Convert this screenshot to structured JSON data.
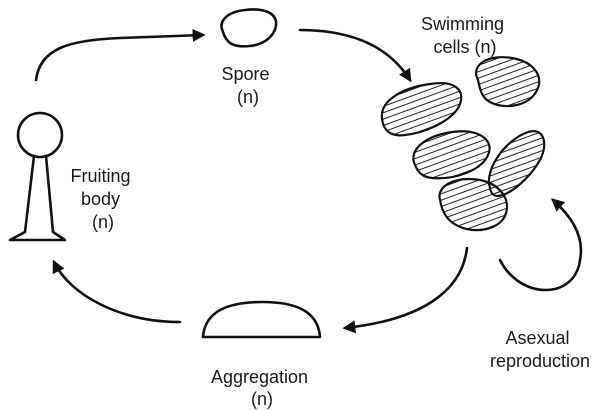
{
  "labels": {
    "spore": [
      "Spore",
      "(n)"
    ],
    "swimming_cells": [
      "Swimming",
      "cells (n)"
    ],
    "fruiting_body": [
      "Fruiting",
      "body",
      "(n)"
    ],
    "aggregation": [
      "Aggregation",
      "(n)"
    ],
    "asexual_reproduction": [
      "Asexual",
      "reproduction"
    ]
  }
}
